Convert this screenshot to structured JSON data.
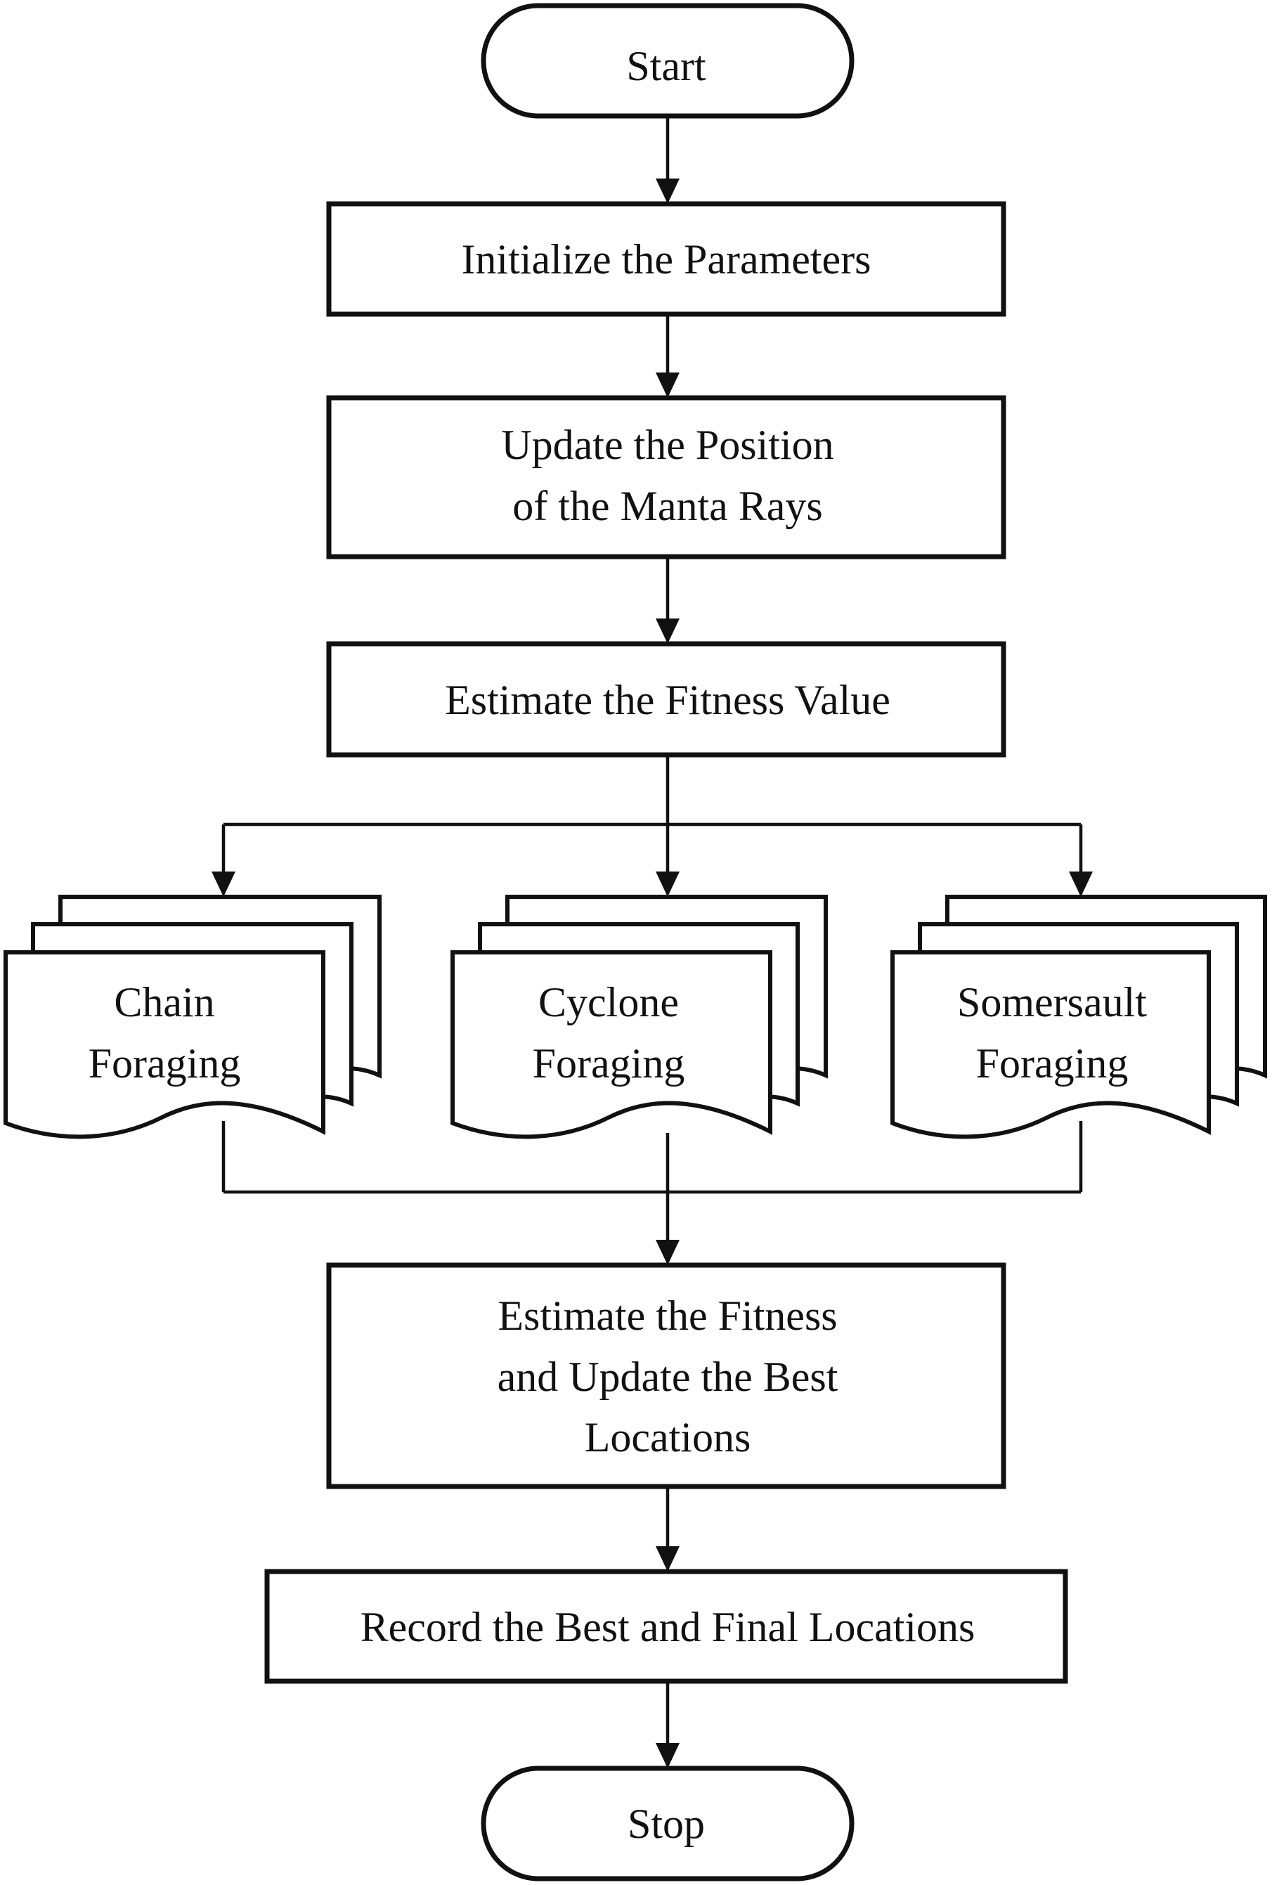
{
  "colors": {
    "stroke": "#111111",
    "fill": "#ffffff",
    "text": "#111111"
  },
  "nodes": {
    "start": "Start",
    "init": "Initialize the Parameters",
    "update_line1": "Update the Position",
    "update_line2": "of the Manta Rays",
    "estimate": "Estimate the Fitness Value",
    "chain_line1": "Chain",
    "chain_line2": "Foraging",
    "cyclone_line1": "Cyclone",
    "cyclone_line2": "Foraging",
    "somersault_line1": "Somersault",
    "somersault_line2": "Foraging",
    "update_best_line1": "Estimate the Fitness",
    "update_best_line2": "and Update the Best",
    "update_best_line3": "Locations",
    "record": "Record the Best and Final Locations",
    "stop": "Stop"
  }
}
